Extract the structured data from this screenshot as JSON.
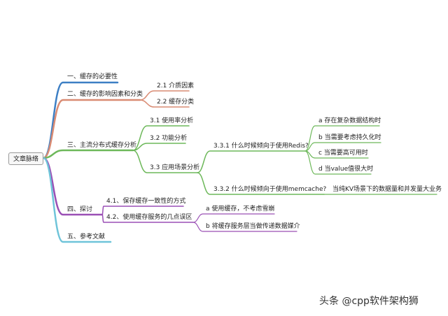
{
  "mindmap": {
    "root": "文章脉络",
    "branches": [
      {
        "label": "一、缓存的必要性",
        "color": "#3d7fc4",
        "children": []
      },
      {
        "label": "二、缓存的影响因素和分类",
        "color": "#d98b73",
        "children": [
          {
            "label": "2.1 介质因素"
          },
          {
            "label": "2.2 缓存分类"
          }
        ]
      },
      {
        "label": "三、主流分布式缓存分析",
        "color": "#6db85a",
        "children": [
          {
            "label": "3.1 使用率分析"
          },
          {
            "label": "3.2 功能分析"
          },
          {
            "label": "3.3 应用场景分析",
            "children": [
              {
                "label": "3.3.1 什么时候倾向于使用Redis?",
                "children": [
                  {
                    "label": "a 存在复杂数据结构时"
                  },
                  {
                    "label": "b  当需要考虑持久化时"
                  },
                  {
                    "label": "c 当需要高可用时"
                  },
                  {
                    "label": "d 当value值很大时"
                  }
                ]
              },
              {
                "label": "3.3.2 什么时候倾向于使用memcache?",
                "children": [
                  {
                    "label": "当纯KV场景下的数据量和并发量大业务"
                  }
                ]
              }
            ]
          }
        ]
      },
      {
        "label": "四、探讨",
        "color": "#9a4fb5",
        "children": [
          {
            "label": "4.1、保存缓存一致性的方式"
          },
          {
            "label": "4.2、使用缓存服务的几点误区",
            "children": [
              {
                "label": "a  使用缓存，不考虑雪崩"
              },
              {
                "label": "b 将缓存服务层当做传递数据媒介"
              }
            ]
          }
        ]
      },
      {
        "label": "五、参考文献",
        "color": "#6fc4d9",
        "children": []
      }
    ]
  },
  "watermark": "头条 @cpp软件架构狮"
}
